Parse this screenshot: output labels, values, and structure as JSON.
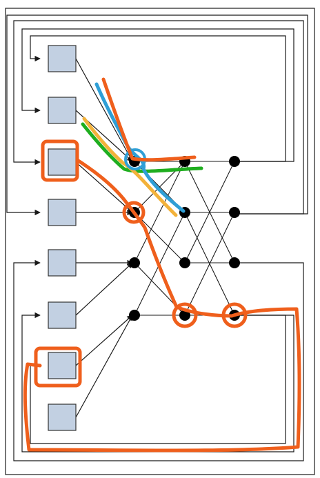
{
  "diagram": {
    "kind": "multistage-interconnection-network",
    "nodes_per_stage": 8,
    "stages": 3,
    "processor_count": 8,
    "colors": {
      "processor_fill": "#c2d0e2",
      "processor_stroke": "#333333",
      "wire": "#1a1a1a",
      "node": "#000000",
      "annotation_orange": "#ef5f1c",
      "annotation_blue": "#2f9fd6",
      "annotation_green": "#1fae1f",
      "annotation_yellow": "#f3b23a"
    }
  }
}
